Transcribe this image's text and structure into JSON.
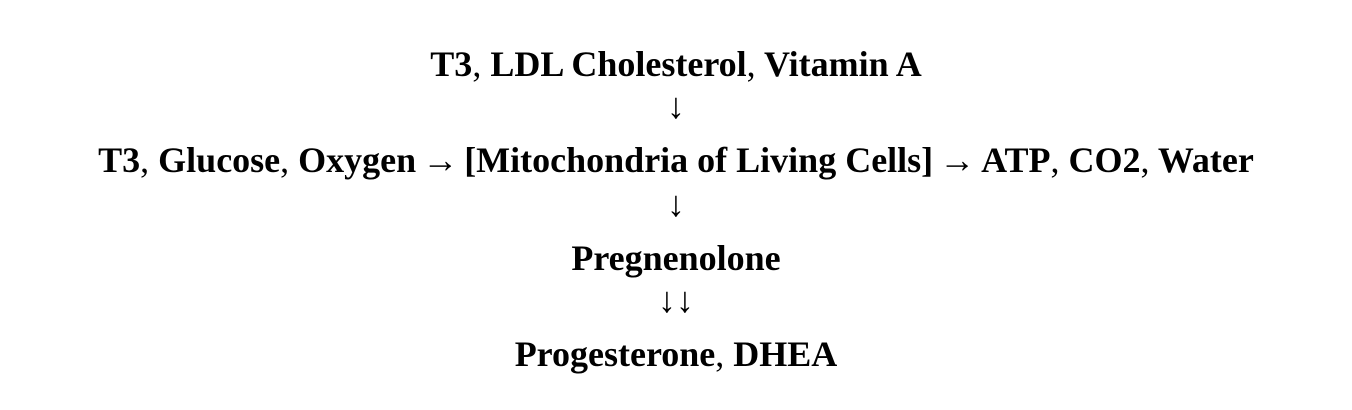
{
  "inputs_top": {
    "items": [
      "T3",
      "LDL Cholesterol",
      "Vitamin A"
    ],
    "separator": ","
  },
  "arrow_down": "↓",
  "arrow_double_down": "↓↓",
  "arrow_right": "→",
  "inputs_left": {
    "items": [
      "T3",
      "Glucose",
      "Oxygen"
    ]
  },
  "center_node": "[Mitochondria of Living Cells]",
  "outputs_right": {
    "items": [
      "ATP",
      "CO2",
      "Water"
    ]
  },
  "intermediate": "Pregnenolone",
  "final_products": {
    "items": [
      "Progesterone",
      "DHEA"
    ]
  }
}
